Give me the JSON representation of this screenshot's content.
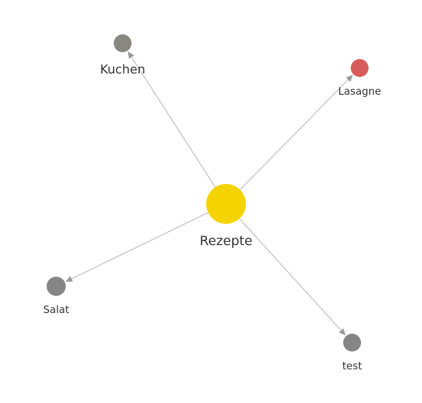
{
  "graph": {
    "nodes": [
      {
        "id": "rezepte",
        "label": "Rezepte",
        "color": "#f5d300",
        "role": "central"
      },
      {
        "id": "kuchen",
        "label": "Kuchen",
        "color": "#888880"
      },
      {
        "id": "lasagne",
        "label": "Lasagne",
        "color": "#d95c5c"
      },
      {
        "id": "salat",
        "label": "Salat",
        "color": "#858585"
      },
      {
        "id": "test",
        "label": "test",
        "color": "#858585"
      }
    ],
    "edges": [
      {
        "from": "rezepte",
        "to": "kuchen"
      },
      {
        "from": "rezepte",
        "to": "lasagne"
      },
      {
        "from": "rezepte",
        "to": "salat"
      },
      {
        "from": "rezepte",
        "to": "test"
      }
    ],
    "edge_color": "#c9c9c9",
    "arrow_color": "#9a9a9a"
  }
}
